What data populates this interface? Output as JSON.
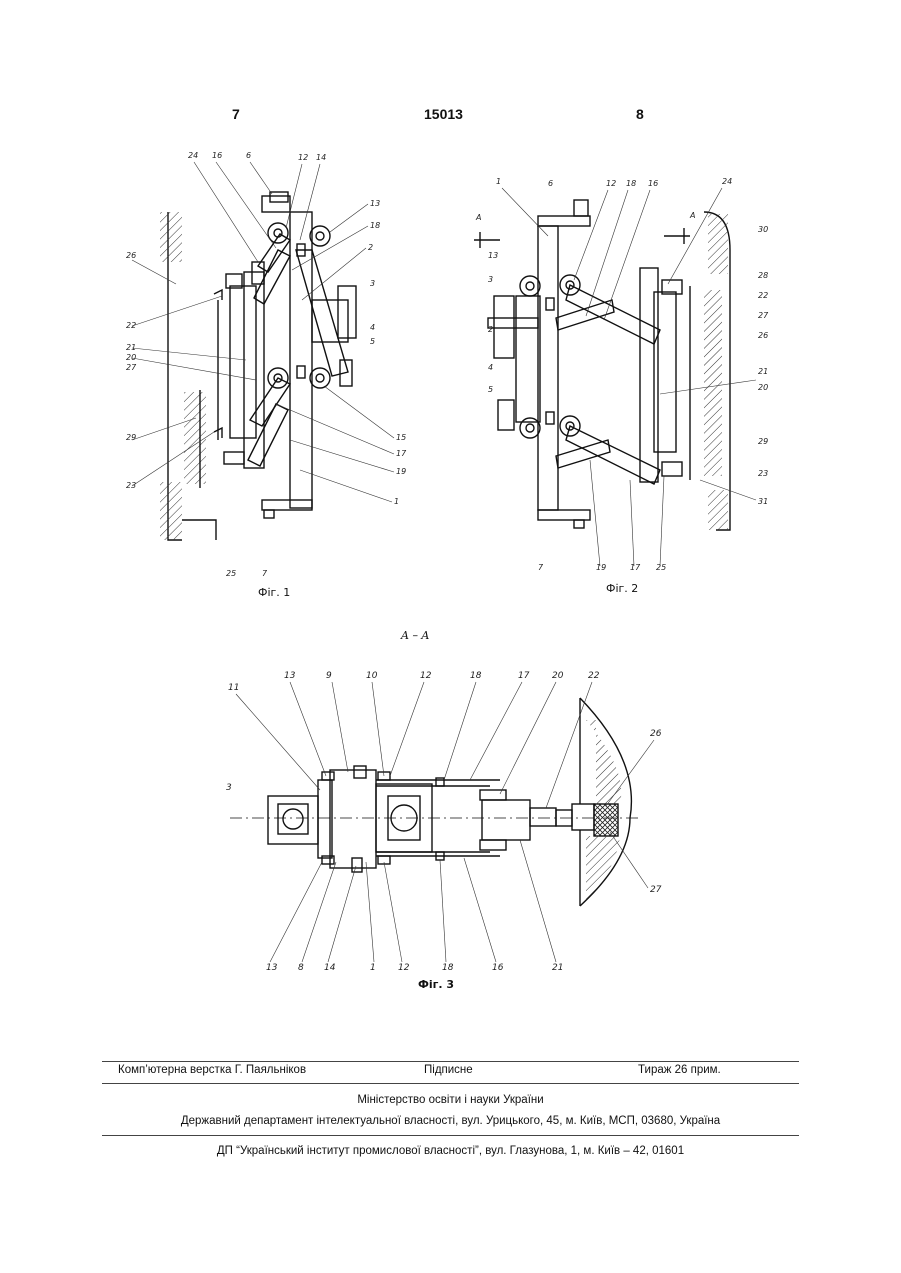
{
  "header": {
    "left_page": "7",
    "doc_number": "15013",
    "right_page": "8"
  },
  "figures": {
    "fig1": {
      "caption": "Фіг. 1",
      "labels": [
        "24",
        "16",
        "6",
        "12",
        "14",
        "13",
        "18",
        "2",
        "3",
        "4",
        "5",
        "26",
        "22",
        "21",
        "20",
        "27",
        "29",
        "23",
        "25",
        "7",
        "1",
        "19",
        "17",
        "15"
      ]
    },
    "fig2": {
      "caption": "Фіг. 2",
      "section_mark": "A",
      "labels": [
        "1",
        "6",
        "12",
        "18",
        "16",
        "24",
        "30",
        "13",
        "28",
        "22",
        "27",
        "3",
        "2",
        "26",
        "21",
        "4",
        "20",
        "5",
        "29",
        "23",
        "31",
        "7",
        "19",
        "17",
        "25"
      ]
    },
    "section_title": "A – A",
    "fig3": {
      "caption": "Фіг. 3",
      "labels": [
        "13",
        "9",
        "10",
        "12",
        "18",
        "17",
        "20",
        "22",
        "11",
        "26",
        "3",
        "27",
        "13",
        "8",
        "14",
        "1",
        "12",
        "18",
        "16",
        "21"
      ]
    }
  },
  "footer": {
    "composer": "Комп’ютерна верстка Г. Паяльніков",
    "signed": "Підписне",
    "circulation": "Тираж 26 прим.",
    "ministry": "Міністерство освіти і науки України",
    "department": "Державний департамент інтелектуальної власності, вул. Урицького, 45, м. Київ, МСП, 03680, Україна",
    "institute": "ДП “Український інститут промислової власності”, вул. Глазунова, 1, м. Київ – 42, 01601"
  }
}
